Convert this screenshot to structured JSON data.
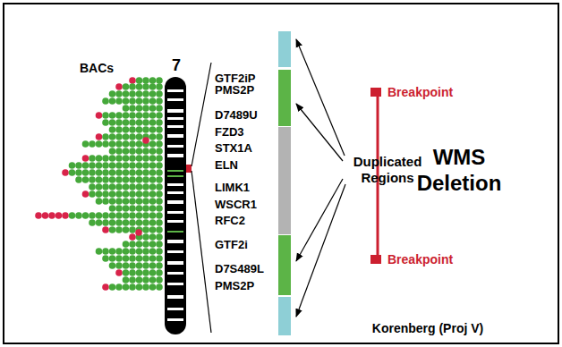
{
  "diagram": {
    "labels": [
      "BACs",
      "7",
      "GTF2iP",
      "PMS2P",
      "D7489U",
      "FZD3",
      "STX1A",
      "ELN",
      "LIMK1",
      "WSCR1",
      "RFC2",
      "GTF2i",
      "D7S489L",
      "PMS2P",
      "Duplicated Regions",
      "Breakpoint",
      "WMS Deletion",
      "Breakpoint",
      "Korenberg (Proj V)"
    ]
  }
}
